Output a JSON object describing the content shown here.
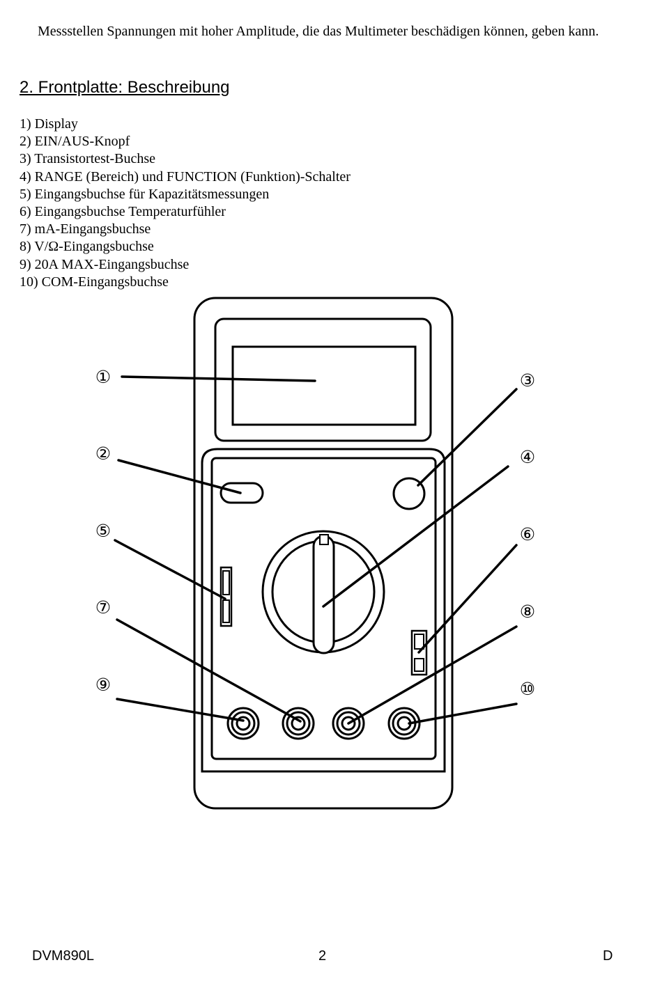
{
  "intro_text": "Messstellen Spannungen mit hoher Amplitude, die das Multimeter beschädigen können, geben kann.",
  "heading": "2. Frontplatte: Beschreibung",
  "items": [
    "1) Display",
    "2) EIN/AUS-Knopf",
    "3) Transistortest-Buchse",
    "4) RANGE (Bereich) und FUNCTION (Funktion)-Schalter",
    "5) Eingangsbuchse für Kapazitätsmessungen",
    "6) Eingangsbuchse Temperaturfühler",
    "7) mA-Eingangsbuchse",
    "8) V/Ω-Eingangsbuchse",
    "9) 20A MAX-Eingangsbuchse",
    "10) COM-Eingangsbuchse"
  ],
  "figure": {
    "callouts": [
      "①",
      "②",
      "③",
      "④",
      "⑤",
      "⑥",
      "⑦",
      "⑧",
      "⑨",
      "⑩"
    ]
  },
  "footer": {
    "left": "DVM890L",
    "center": "2",
    "right": "D"
  }
}
